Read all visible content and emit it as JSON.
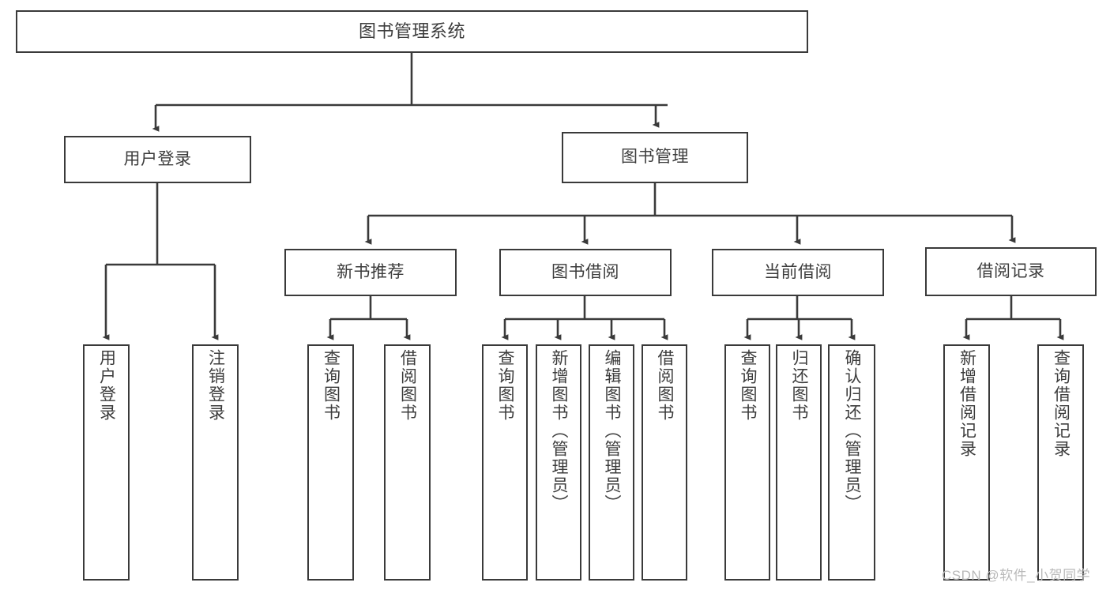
{
  "diagram": {
    "title": "图书管理系统",
    "type": "tree-hierarchy-chart",
    "colors": {
      "box_border": "#3a3a3a",
      "box_fill": "#ffffff",
      "connector": "#3a3a3a",
      "label_text": "#3c3c3c",
      "watermark_text": "#b9b9b9",
      "canvas_background": "#ffffff"
    },
    "root": {
      "label": "图书管理系统"
    },
    "level2": [
      {
        "label": "用户登录"
      },
      {
        "label": "图书管理"
      }
    ],
    "level3": [
      {
        "label": "新书推荐"
      },
      {
        "label": "图书借阅"
      },
      {
        "label": "当前借阅"
      },
      {
        "label": "借阅记录"
      }
    ],
    "leaves": {
      "user_login": [
        {
          "label": "用户登录"
        },
        {
          "label": "注销登录"
        }
      ],
      "new_book_recommend": [
        {
          "label": "查询图书"
        },
        {
          "label": "借阅图书"
        }
      ],
      "book_borrow": [
        {
          "label": "查询图书"
        },
        {
          "label": "新增图书（管理员）"
        },
        {
          "label": "编辑图书（管理员）"
        },
        {
          "label": "借阅图书"
        }
      ],
      "current_borrow": [
        {
          "label": "查询图书"
        },
        {
          "label": "归还图书"
        },
        {
          "label": "确认归还（管理员）"
        }
      ],
      "borrow_record": [
        {
          "label": "新增借阅记录"
        },
        {
          "label": "查询借阅记录"
        }
      ]
    },
    "watermark": "CSDN @软件_小贺同学"
  }
}
